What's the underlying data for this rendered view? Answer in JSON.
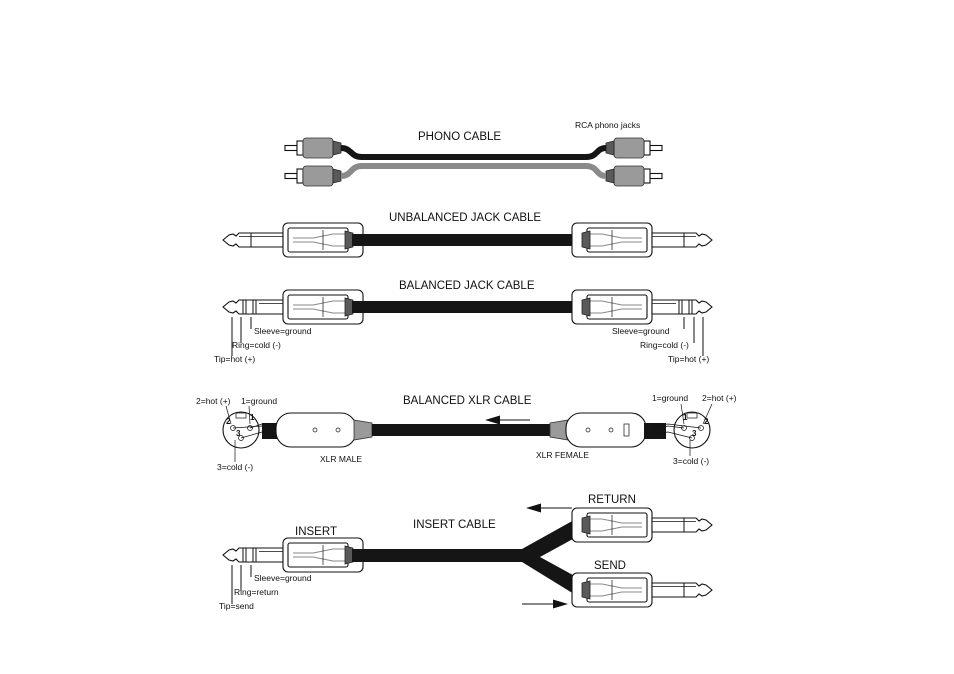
{
  "phono": {
    "title": "PHONO CABLE",
    "jack_label": "RCA phono jacks"
  },
  "unbalanced": {
    "title": "UNBALANCED JACK CABLE"
  },
  "balanced": {
    "title": "BALANCED JACK CABLE",
    "sleeve": "Sleeve=ground",
    "ring": "Ring=cold (-)",
    "tip": "Tip=hot (+)"
  },
  "xlr": {
    "title": "BALANCED XLR CABLE",
    "male_label": "XLR MALE",
    "female_label": "XLR FEMALE",
    "pin2": "2=hot (+)",
    "pin1": "1=ground",
    "pin3": "3=cold (-)",
    "pin_num_1": "1",
    "pin_num_2": "2",
    "pin_num_3": "3"
  },
  "insert": {
    "cable_title": "INSERT CABLE",
    "insert_label": "INSERT",
    "return_label": "RETURN",
    "send_label": "SEND",
    "sleeve": "Sleeve=ground",
    "ring": "Ring=return",
    "tip": "Tip=send"
  }
}
